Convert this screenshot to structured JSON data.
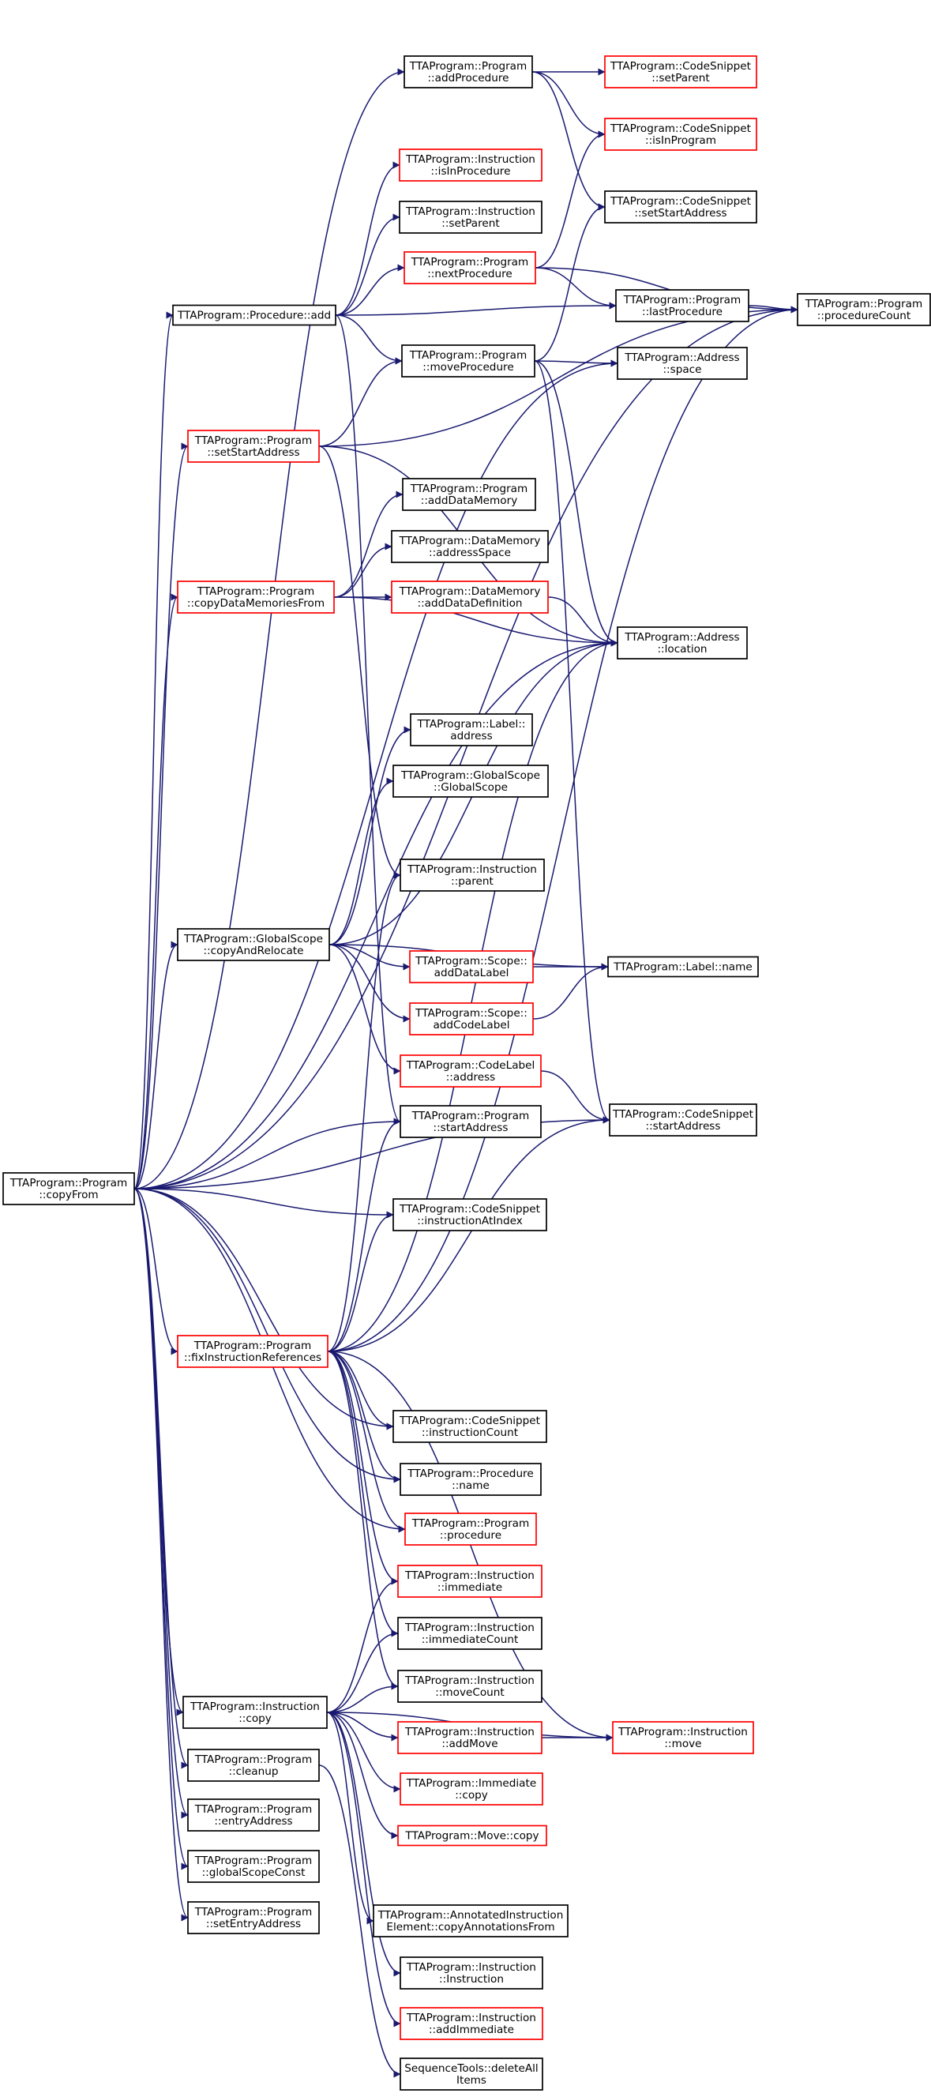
{
  "graph": {
    "root": "copyFrom",
    "colors": {
      "edge": "#191970",
      "border_normal": "#000000",
      "border_missing": "#ff0000",
      "root_fill": "#bfbfbf"
    },
    "nodes": [
      {
        "id": "copyFrom",
        "lines": [
          "TTAProgram::Program",
          "::copyFrom"
        ],
        "border": "normal",
        "root": true
      },
      {
        "id": "addProcedure",
        "lines": [
          "TTAProgram::Program",
          "::addProcedure"
        ],
        "border": "normal"
      },
      {
        "id": "cs_setParent",
        "lines": [
          "TTAProgram::CodeSnippet",
          "::setParent"
        ],
        "border": "red"
      },
      {
        "id": "cs_isInProgram",
        "lines": [
          "TTAProgram::CodeSnippet",
          "::isInProgram"
        ],
        "border": "red"
      },
      {
        "id": "ins_isInProcedure",
        "lines": [
          "TTAProgram::Instruction",
          "::isInProcedure"
        ],
        "border": "red"
      },
      {
        "id": "ins_setParent",
        "lines": [
          "TTAProgram::Instruction",
          "::setParent"
        ],
        "border": "normal"
      },
      {
        "id": "cs_setStartAddress",
        "lines": [
          "TTAProgram::CodeSnippet",
          "::setStartAddress"
        ],
        "border": "normal"
      },
      {
        "id": "nextProcedure",
        "lines": [
          "TTAProgram::Program",
          "::nextProcedure"
        ],
        "border": "red"
      },
      {
        "id": "proc_add",
        "lines": [
          "TTAProgram::Procedure::add"
        ],
        "border": "normal"
      },
      {
        "id": "lastProcedure",
        "lines": [
          "TTAProgram::Program",
          "::lastProcedure"
        ],
        "border": "normal"
      },
      {
        "id": "procedureCount",
        "lines": [
          "TTAProgram::Program",
          "::procedureCount"
        ],
        "border": "normal"
      },
      {
        "id": "moveProcedure",
        "lines": [
          "TTAProgram::Program",
          "::moveProcedure"
        ],
        "border": "normal"
      },
      {
        "id": "addr_space",
        "lines": [
          "TTAProgram::Address",
          "::space"
        ],
        "border": "normal"
      },
      {
        "id": "setStartAddress",
        "lines": [
          "TTAProgram::Program",
          "::setStartAddress"
        ],
        "border": "red"
      },
      {
        "id": "addDataMemory",
        "lines": [
          "TTAProgram::Program",
          "::addDataMemory"
        ],
        "border": "normal"
      },
      {
        "id": "dm_addressSpace",
        "lines": [
          "TTAProgram::DataMemory",
          "::addressSpace"
        ],
        "border": "normal"
      },
      {
        "id": "copyDataMemoriesFrom",
        "lines": [
          "TTAProgram::Program",
          "::copyDataMemoriesFrom"
        ],
        "border": "red"
      },
      {
        "id": "dm_addDataDefinition",
        "lines": [
          "TTAProgram::DataMemory",
          "::addDataDefinition"
        ],
        "border": "red"
      },
      {
        "id": "addr_location",
        "lines": [
          "TTAProgram::Address",
          "::location"
        ],
        "border": "normal"
      },
      {
        "id": "label_address",
        "lines": [
          "TTAProgram::Label::",
          "address"
        ],
        "border": "normal"
      },
      {
        "id": "gs_globalScope",
        "lines": [
          "TTAProgram::GlobalScope",
          "::GlobalScope"
        ],
        "border": "normal"
      },
      {
        "id": "ins_parent",
        "lines": [
          "TTAProgram::Instruction",
          "::parent"
        ],
        "border": "normal"
      },
      {
        "id": "gs_copyAndRelocate",
        "lines": [
          "TTAProgram::GlobalScope",
          "::copyAndRelocate"
        ],
        "border": "normal"
      },
      {
        "id": "scope_addDataLabel",
        "lines": [
          "TTAProgram::Scope::",
          "addDataLabel"
        ],
        "border": "red"
      },
      {
        "id": "label_name",
        "lines": [
          "TTAProgram::Label::name"
        ],
        "border": "normal"
      },
      {
        "id": "scope_addCodeLabel",
        "lines": [
          "TTAProgram::Scope::",
          "addCodeLabel"
        ],
        "border": "red"
      },
      {
        "id": "codelabel_address",
        "lines": [
          "TTAProgram::CodeLabel",
          "::address"
        ],
        "border": "red"
      },
      {
        "id": "prog_startAddress",
        "lines": [
          "TTAProgram::Program",
          "::startAddress"
        ],
        "border": "normal"
      },
      {
        "id": "cs_startAddress",
        "lines": [
          "TTAProgram::CodeSnippet",
          "::startAddress"
        ],
        "border": "normal"
      },
      {
        "id": "cs_instructionAtIndex",
        "lines": [
          "TTAProgram::CodeSnippet",
          "::instructionAtIndex"
        ],
        "border": "normal"
      },
      {
        "id": "fixInstructionReferences",
        "lines": [
          "TTAProgram::Program",
          "::fixInstructionReferences"
        ],
        "border": "red"
      },
      {
        "id": "cs_instructionCount",
        "lines": [
          "TTAProgram::CodeSnippet",
          "::instructionCount"
        ],
        "border": "normal"
      },
      {
        "id": "proc_name",
        "lines": [
          "TTAProgram::Procedure",
          "::name"
        ],
        "border": "normal"
      },
      {
        "id": "prog_procedure",
        "lines": [
          "TTAProgram::Program",
          "::procedure"
        ],
        "border": "red"
      },
      {
        "id": "ins_immediate",
        "lines": [
          "TTAProgram::Instruction",
          "::immediate"
        ],
        "border": "red"
      },
      {
        "id": "ins_immediateCount",
        "lines": [
          "TTAProgram::Instruction",
          "::immediateCount"
        ],
        "border": "normal"
      },
      {
        "id": "ins_copy",
        "lines": [
          "TTAProgram::Instruction",
          "::copy"
        ],
        "border": "normal"
      },
      {
        "id": "ins_moveCount",
        "lines": [
          "TTAProgram::Instruction",
          "::moveCount"
        ],
        "border": "normal"
      },
      {
        "id": "ins_addMove",
        "lines": [
          "TTAProgram::Instruction",
          "::addMove"
        ],
        "border": "red"
      },
      {
        "id": "ins_move",
        "lines": [
          "TTAProgram::Instruction",
          "::move"
        ],
        "border": "red"
      },
      {
        "id": "prog_cleanup",
        "lines": [
          "TTAProgram::Program",
          "::cleanup"
        ],
        "border": "normal"
      },
      {
        "id": "imm_copy",
        "lines": [
          "TTAProgram::Immediate",
          "::copy"
        ],
        "border": "red"
      },
      {
        "id": "prog_entryAddress",
        "lines": [
          "TTAProgram::Program",
          "::entryAddress"
        ],
        "border": "normal"
      },
      {
        "id": "move_copy",
        "lines": [
          "TTAProgram::Move::copy"
        ],
        "border": "red"
      },
      {
        "id": "prog_globalScopeConst",
        "lines": [
          "TTAProgram::Program",
          "::globalScopeConst"
        ],
        "border": "normal"
      },
      {
        "id": "aie_copyAnnotationsFrom",
        "lines": [
          "TTAProgram::AnnotatedInstruction",
          "Element::copyAnnotationsFrom"
        ],
        "border": "normal"
      },
      {
        "id": "prog_setEntryAddress",
        "lines": [
          "TTAProgram::Program",
          "::setEntryAddress"
        ],
        "border": "normal"
      },
      {
        "id": "ins_instruction",
        "lines": [
          "TTAProgram::Instruction",
          "::Instruction"
        ],
        "border": "normal"
      },
      {
        "id": "ins_addImmediate",
        "lines": [
          "TTAProgram::Instruction",
          "::addImmediate"
        ],
        "border": "red"
      },
      {
        "id": "st_deleteAllItems",
        "lines": [
          "SequenceTools::deleteAll",
          "Items"
        ],
        "border": "normal"
      }
    ],
    "edges": [
      [
        "copyFrom",
        "addProcedure"
      ],
      [
        "copyFrom",
        "procedureCount"
      ],
      [
        "copyFrom",
        "addr_space"
      ],
      [
        "copyFrom",
        "proc_add"
      ],
      [
        "copyFrom",
        "setStartAddress"
      ],
      [
        "copyFrom",
        "copyDataMemoriesFrom"
      ],
      [
        "copyFrom",
        "addr_location"
      ],
      [
        "copyFrom",
        "gs_copyAndRelocate"
      ],
      [
        "copyFrom",
        "prog_startAddress"
      ],
      [
        "copyFrom",
        "cs_startAddress"
      ],
      [
        "copyFrom",
        "cs_instructionAtIndex"
      ],
      [
        "copyFrom",
        "fixInstructionReferences"
      ],
      [
        "copyFrom",
        "cs_instructionCount"
      ],
      [
        "copyFrom",
        "proc_name"
      ],
      [
        "copyFrom",
        "prog_procedure"
      ],
      [
        "copyFrom",
        "ins_copy"
      ],
      [
        "copyFrom",
        "prog_cleanup"
      ],
      [
        "copyFrom",
        "prog_entryAddress"
      ],
      [
        "copyFrom",
        "prog_globalScopeConst"
      ],
      [
        "copyFrom",
        "prog_setEntryAddress"
      ],
      [
        "addProcedure",
        "cs_setParent"
      ],
      [
        "addProcedure",
        "cs_isInProgram"
      ],
      [
        "addProcedure",
        "cs_setStartAddress"
      ],
      [
        "proc_add",
        "ins_isInProcedure"
      ],
      [
        "proc_add",
        "ins_setParent"
      ],
      [
        "proc_add",
        "nextProcedure"
      ],
      [
        "proc_add",
        "lastProcedure"
      ],
      [
        "proc_add",
        "moveProcedure"
      ],
      [
        "proc_add",
        "prog_startAddress"
      ],
      [
        "nextProcedure",
        "cs_isInProgram"
      ],
      [
        "nextProcedure",
        "lastProcedure"
      ],
      [
        "nextProcedure",
        "procedureCount"
      ],
      [
        "lastProcedure",
        "procedureCount"
      ],
      [
        "moveProcedure",
        "cs_setStartAddress"
      ],
      [
        "moveProcedure",
        "addr_space"
      ],
      [
        "moveProcedure",
        "addr_location"
      ],
      [
        "moveProcedure",
        "cs_startAddress"
      ],
      [
        "setStartAddress",
        "moveProcedure"
      ],
      [
        "setStartAddress",
        "procedureCount"
      ],
      [
        "setStartAddress",
        "addr_location"
      ],
      [
        "setStartAddress",
        "ins_parent"
      ],
      [
        "copyDataMemoriesFrom",
        "addDataMemory"
      ],
      [
        "copyDataMemoriesFrom",
        "dm_addressSpace"
      ],
      [
        "copyDataMemoriesFrom",
        "dm_addDataDefinition"
      ],
      [
        "copyDataMemoriesFrom",
        "addr_location"
      ],
      [
        "dm_addDataDefinition",
        "addr_location"
      ],
      [
        "gs_copyAndRelocate",
        "label_address"
      ],
      [
        "gs_copyAndRelocate",
        "gs_globalScope"
      ],
      [
        "gs_copyAndRelocate",
        "addr_location"
      ],
      [
        "gs_copyAndRelocate",
        "label_name"
      ],
      [
        "gs_copyAndRelocate",
        "scope_addDataLabel"
      ],
      [
        "gs_copyAndRelocate",
        "scope_addCodeLabel"
      ],
      [
        "gs_copyAndRelocate",
        "codelabel_address"
      ],
      [
        "scope_addDataLabel",
        "label_name"
      ],
      [
        "scope_addCodeLabel",
        "label_name"
      ],
      [
        "codelabel_address",
        "cs_startAddress"
      ],
      [
        "fixInstructionReferences",
        "ins_parent"
      ],
      [
        "fixInstructionReferences",
        "prog_startAddress"
      ],
      [
        "fixInstructionReferences",
        "cs_instructionAtIndex"
      ],
      [
        "fixInstructionReferences",
        "addr_location"
      ],
      [
        "fixInstructionReferences",
        "cs_startAddress"
      ],
      [
        "fixInstructionReferences",
        "procedureCount"
      ],
      [
        "fixInstructionReferences",
        "ins_move"
      ],
      [
        "fixInstructionReferences",
        "cs_instructionCount"
      ],
      [
        "fixInstructionReferences",
        "proc_name"
      ],
      [
        "fixInstructionReferences",
        "prog_procedure"
      ],
      [
        "fixInstructionReferences",
        "ins_immediate"
      ],
      [
        "fixInstructionReferences",
        "ins_immediateCount"
      ],
      [
        "fixInstructionReferences",
        "ins_moveCount"
      ],
      [
        "ins_copy",
        "ins_immediate"
      ],
      [
        "ins_copy",
        "ins_immediateCount"
      ],
      [
        "ins_copy",
        "ins_moveCount"
      ],
      [
        "ins_copy",
        "ins_addMove"
      ],
      [
        "ins_copy",
        "imm_copy"
      ],
      [
        "ins_copy",
        "move_copy"
      ],
      [
        "ins_copy",
        "ins_move"
      ],
      [
        "ins_copy",
        "aie_copyAnnotationsFrom"
      ],
      [
        "ins_copy",
        "ins_instruction"
      ],
      [
        "ins_copy",
        "ins_addImmediate"
      ],
      [
        "ins_addMove",
        "ins_move"
      ],
      [
        "prog_cleanup",
        "st_deleteAllItems"
      ]
    ]
  }
}
